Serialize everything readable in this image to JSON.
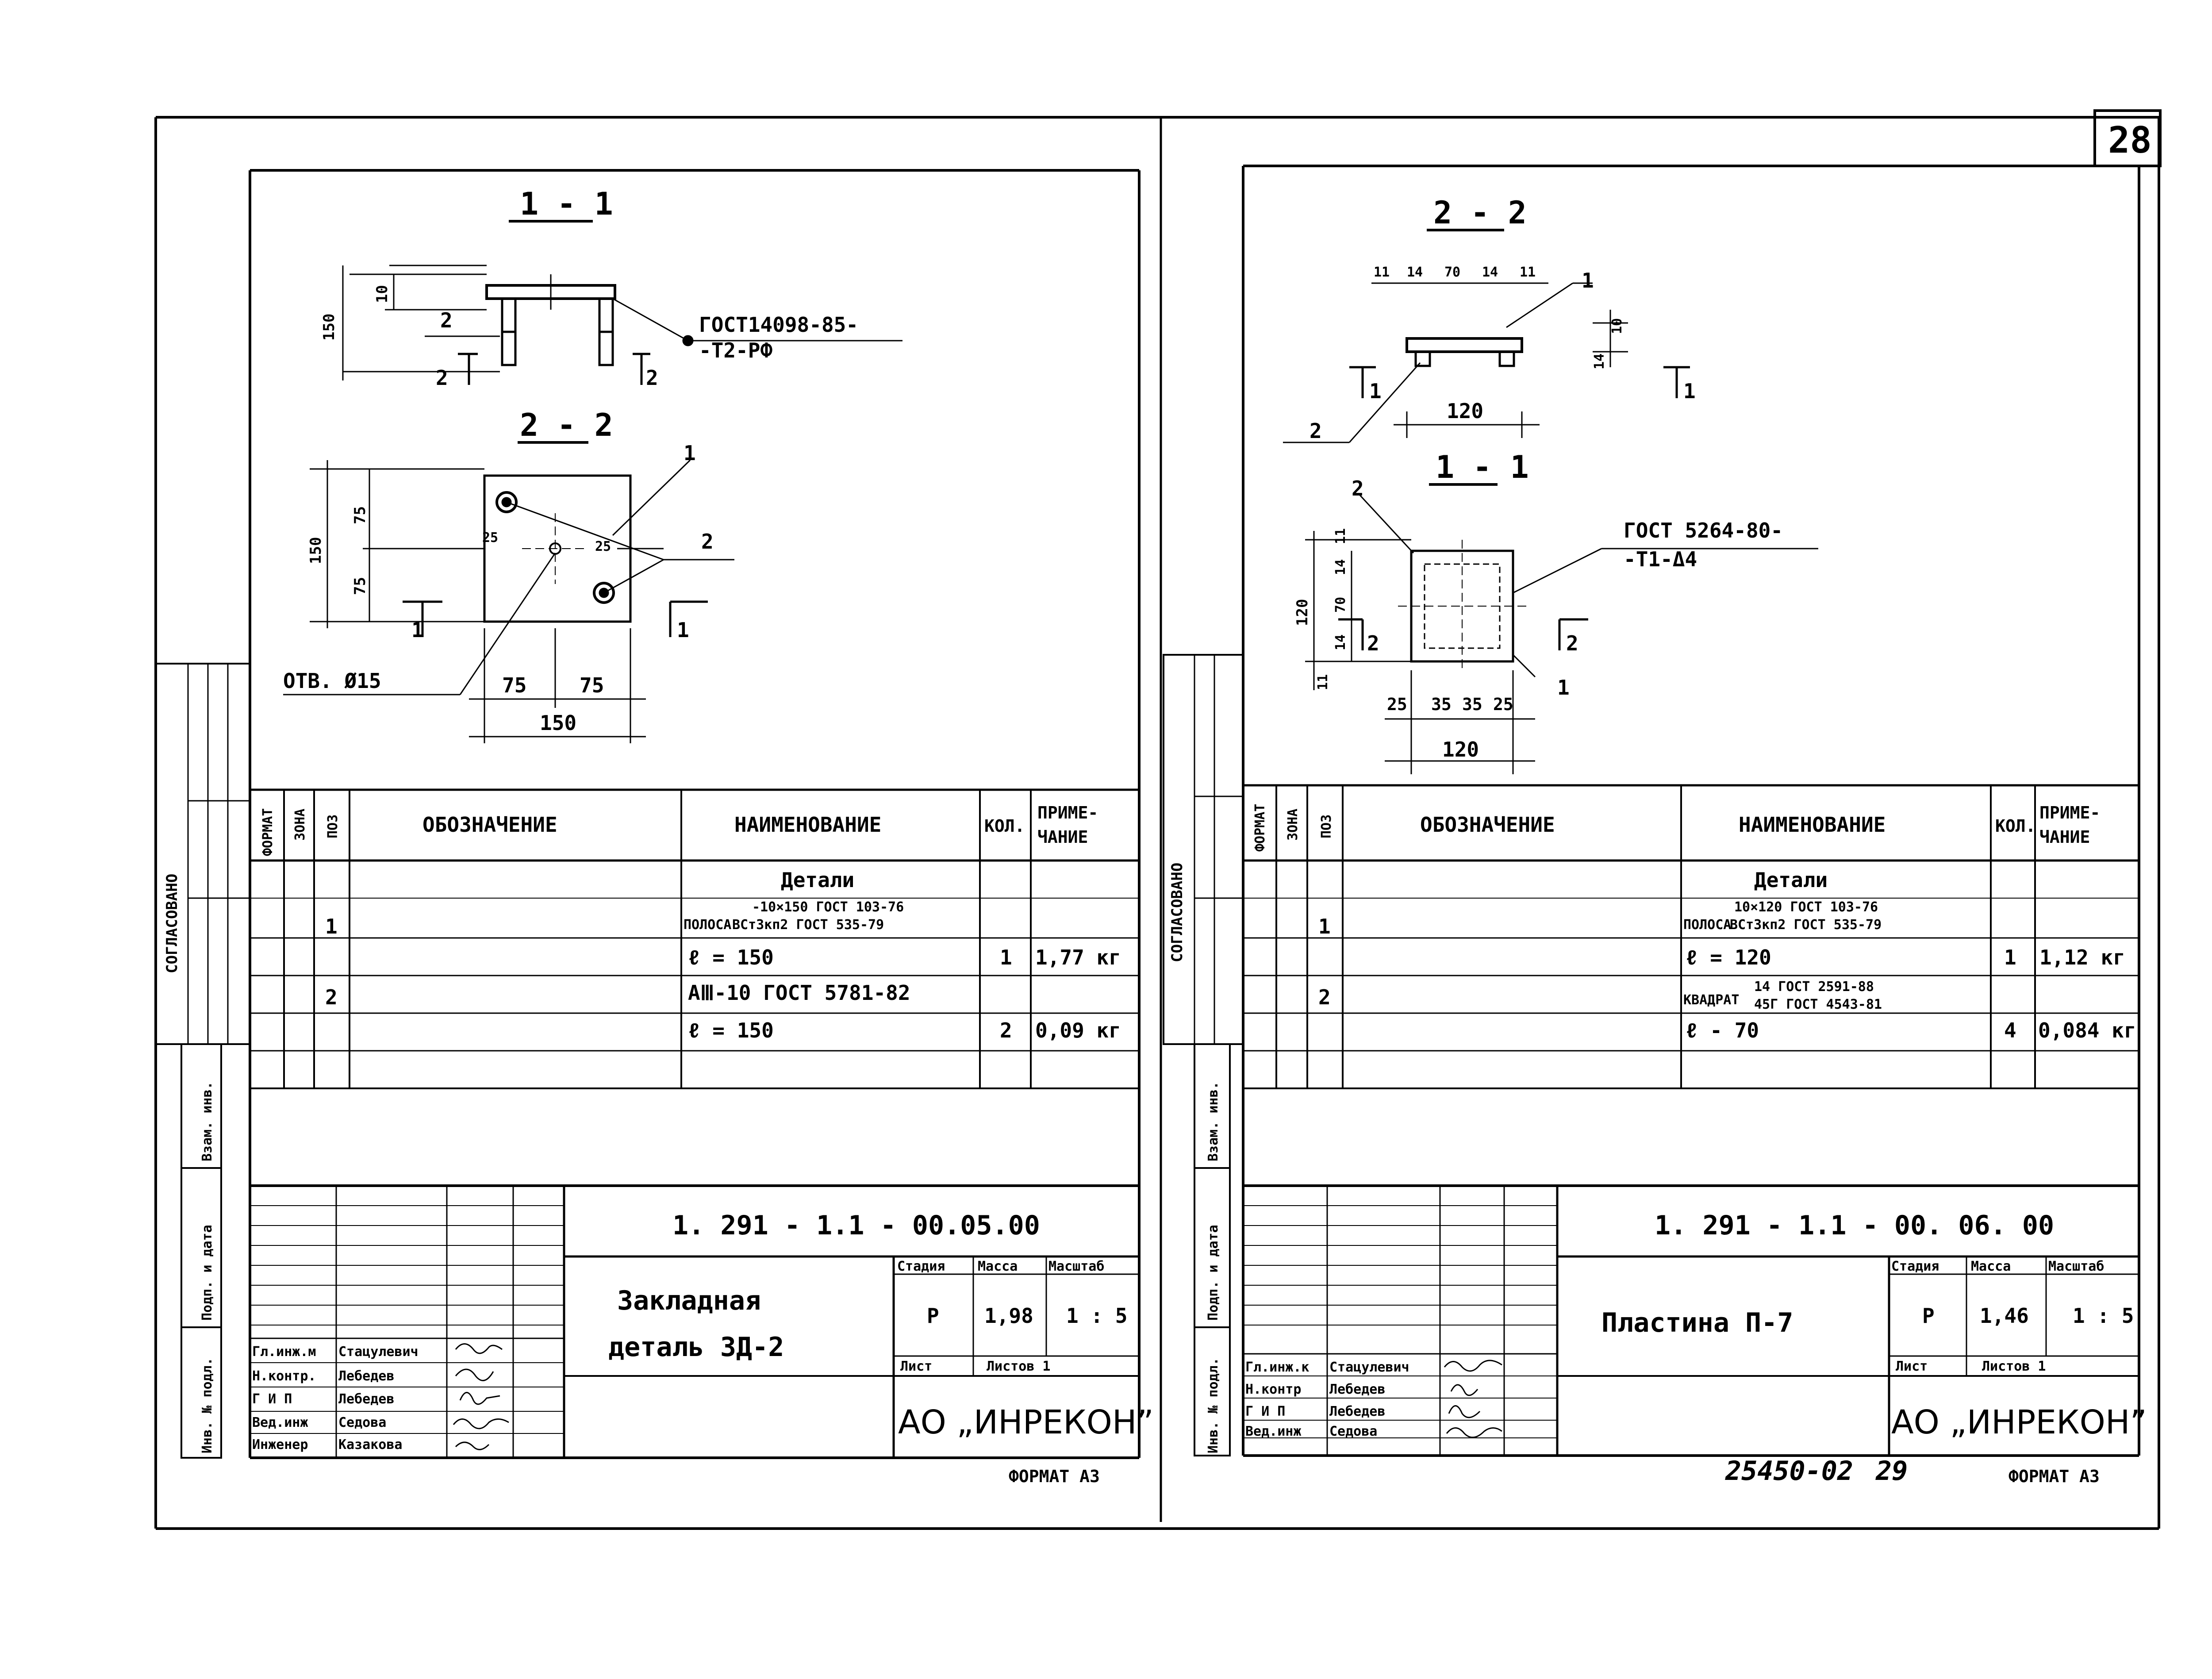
{
  "page_number": "28",
  "archive_no": "25450-02",
  "archive_page": "29",
  "left": {
    "section1": {
      "title": "1 - 1",
      "dim_height": "150",
      "dim_plate": "10",
      "pos": "2",
      "cut_left": "2",
      "cut_right": "2",
      "weld_1": "ГОСТ14098-85-",
      "weld_2": "-Т2-РФ"
    },
    "section2": {
      "title": "2 - 2",
      "dim_150": "150",
      "dim_75a": "75",
      "dim_75b": "75",
      "dim_25a": "25",
      "dim_25b": "25",
      "pos1": "1",
      "pos2": "2",
      "cut_left": "1",
      "cut_right": "1",
      "hole": "ОТВ. Ø15",
      "dim_b75a": "75",
      "dim_b75b": "75",
      "dim_b150": "150"
    },
    "side_label": "СОГЛАСОВАНО",
    "spec": {
      "headers": {
        "format": "ФОРМАТ",
        "zone": "ЗОНА",
        "pos": "ПОЗ",
        "designation": "ОБОЗНАЧЕНИЕ",
        "name": "НАИМЕНОВАНИЕ",
        "qty": "КОЛ.",
        "note_1": "ПРИМЕ-",
        "note_2": "ЧАНИЕ"
      },
      "section_title": "Детали",
      "rows": [
        {
          "pos": "1",
          "name_main": "ПОЛОСА",
          "name_top": "-10×150 ГОСТ 103-76",
          "name_bottom": "ВСт3кп2 ГОСТ 535-79",
          "qty": "",
          "note": ""
        },
        {
          "pos": "",
          "name": "ℓ = 150",
          "qty": "1",
          "note": "1,77 кг"
        },
        {
          "pos": "2",
          "name": "АⅢ-10 ГОСТ 5781-82",
          "qty": "",
          "note": ""
        },
        {
          "pos": "",
          "name": "ℓ = 150",
          "qty": "2",
          "note": "0,09 кг"
        }
      ]
    },
    "stamp": {
      "code": "1. 291 - 1.1 - 00.05.00",
      "title_1": "Закладная",
      "title_2": "деталь  ЗД-2",
      "stage_h": "Стадия",
      "mass_h": "Масса",
      "scale_h": "Масштаб",
      "stage": "Р",
      "mass": "1,98",
      "scale": "1 : 5",
      "sheet": "Лист",
      "sheets": "Листов  1",
      "org": "АО „ИНРЕКОН”",
      "people": [
        {
          "role": "Гл.инж.м",
          "name": "Стацулевич"
        },
        {
          "role": "Н.контр.",
          "name": "Лебедев"
        },
        {
          "role": "Г И П",
          "name": "Лебедев"
        },
        {
          "role": "Вед.инж",
          "name": "Седова"
        },
        {
          "role": "Инженер",
          "name": "Казакова"
        }
      ],
      "side": [
        "Взам. инв.",
        "Подп. и дата",
        "Инв. № подл."
      ]
    },
    "format": "ФОРМАТ А3"
  },
  "right": {
    "section2": {
      "title": "2 - 2",
      "d11a": "11",
      "d14a": "14",
      "d70": "70",
      "d14b": "14",
      "d11b": "11",
      "pos1": "1",
      "pos2": "2",
      "v14": "14",
      "v10": "10",
      "d120": "120",
      "cut_left": "1",
      "cut_right": "1"
    },
    "section1": {
      "title": "1 - 1",
      "pos2": "2",
      "pos1": "1",
      "weld_1": "ГОСТ 5264-80-",
      "weld_2": "-Т1-Δ4",
      "v120": "120",
      "v11a": "11",
      "v14a": "14",
      "v70": "70",
      "v14b": "14",
      "v11b": "11",
      "cut_left": "2",
      "cut_right": "2",
      "h25": "25",
      "h35a": "35",
      "h35b": "35",
      "h25b": "25",
      "h120": "120"
    },
    "side_label": "СОГЛАСОВАНО",
    "spec": {
      "headers": {
        "format": "ФОРМАТ",
        "zone": "ЗОНА",
        "pos": "ПОЗ",
        "designation": "ОБОЗНАЧЕНИЕ",
        "name": "НАИМЕНОВАНИЕ",
        "qty": "КОЛ.",
        "note_1": "ПРИМЕ-",
        "note_2": "ЧАНИЕ"
      },
      "section_title": "Детали",
      "rows": [
        {
          "pos": "1",
          "name_main": "ПОЛОСА",
          "name_top": "10×120 ГОСТ 103-76",
          "name_bottom": "ВСт3кп2 ГОСТ 535-79",
          "qty": "",
          "note": ""
        },
        {
          "pos": "",
          "name": "ℓ = 120",
          "qty": "1",
          "note": "1,12 кг"
        },
        {
          "pos": "2",
          "name_main": "КВАДРАТ",
          "name_top": "14 ГОСТ 2591-88",
          "name_bottom": "45Г ГОСТ 4543-81",
          "qty": "",
          "note": ""
        },
        {
          "pos": "",
          "name": "ℓ - 70",
          "qty": "4",
          "note": "0,084 кг"
        }
      ]
    },
    "stamp": {
      "code": "1. 291 - 1.1 - 00. 06. 00",
      "title": "Пластина  П-7",
      "stage_h": "Стадия",
      "mass_h": "Масса",
      "scale_h": "Масштаб",
      "stage": "Р",
      "mass": "1,46",
      "scale": "1 : 5",
      "sheet": "Лист",
      "sheets": "Листов  1",
      "org": "АО „ИНРЕКОН”",
      "people": [
        {
          "role": "Гл.инж.к",
          "name": "Стацулевич"
        },
        {
          "role": "Н.контр",
          "name": "Лебедев"
        },
        {
          "role": "Г И П",
          "name": "Лебедев"
        },
        {
          "role": "Вед.инж",
          "name": "Седова"
        }
      ],
      "side": [
        "Взам. инв.",
        "Подп. и дата",
        "Инв. № подл."
      ]
    },
    "format": "ФОРМАТ А3"
  }
}
